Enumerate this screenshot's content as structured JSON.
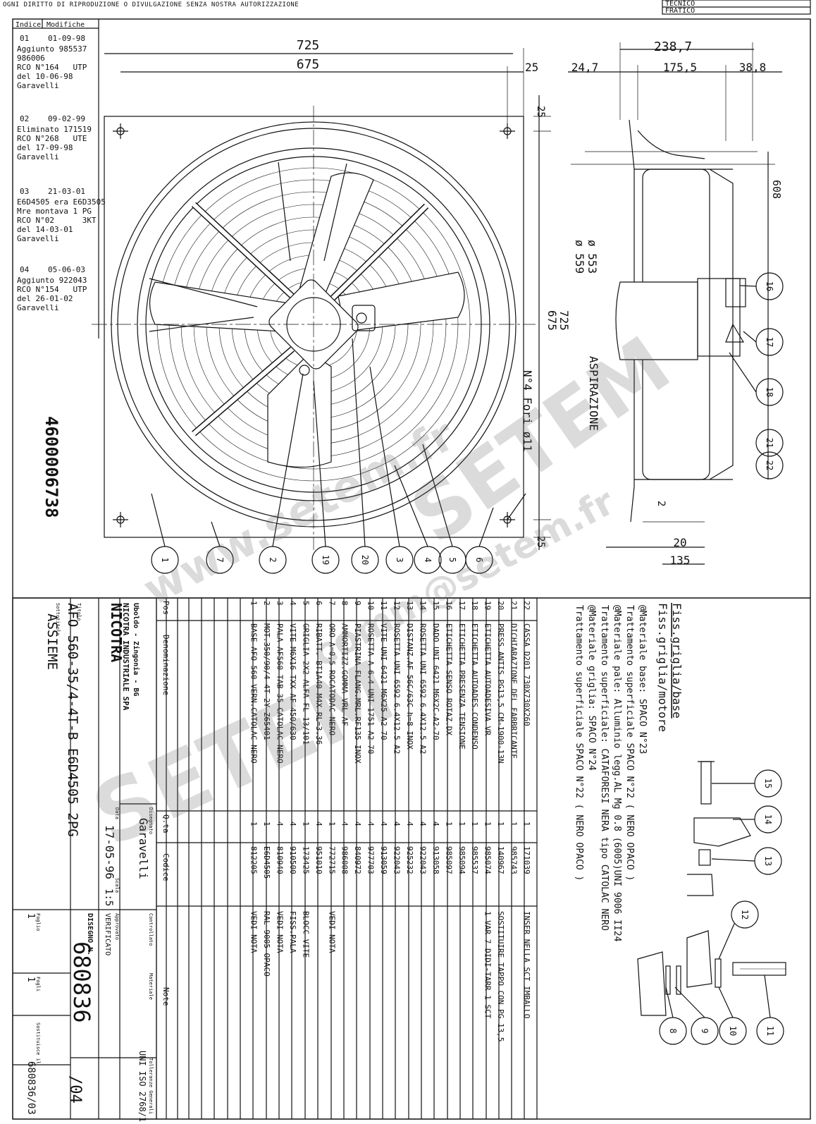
{
  "header": {
    "note": "OGNI DIRITTO DI RIPRODUZIONE O DIVULGAZIONE SENZA NOSTRA AUTORIZZAZIONE",
    "corner_labels": [
      "TECNICO",
      "FRATICO"
    ]
  },
  "revisions": {
    "col_indice": "Indice",
    "col_modifiche": "Modifiche",
    "entries": [
      {
        "idx": "01",
        "date": "01-09-98",
        "lines": [
          "Aggiunto 985537",
          "986006",
          "RCO N°164   UTP",
          "del 10-06-98",
          "Garavelli"
        ]
      },
      {
        "idx": "02",
        "date": "09-02-99",
        "lines": [
          "Eliminato 171519",
          "RCO N°268   UTE",
          "del 17-09-98",
          "Garavelli"
        ]
      },
      {
        "idx": "03",
        "date": "21-03-01",
        "lines": [
          "E6D4505 era E6D3505",
          "Mre montava 1 PG",
          "RCO N°02      3KT",
          "del 14-03-01",
          "Garavelli"
        ]
      },
      {
        "idx": "04",
        "date": "05-06-03",
        "lines": [
          "Aggiunto 922043",
          "RCO N°154   UTP",
          "del 26-01-02",
          "Garavelli"
        ]
      }
    ]
  },
  "dimensions": {
    "overall_width": "725",
    "hole_spacing": "675",
    "margin_right": "25",
    "margin_top": "25",
    "margin_bottom": "25",
    "height_outer": "725",
    "height_holes": "675",
    "holes_note": "N°4 Fori ø11",
    "dia_553": "ø 553",
    "dia_559": "ø 559",
    "side_total": "238,7",
    "side_a": "24,7",
    "side_b": "175,5",
    "side_c": "38,8",
    "side_608": "608",
    "side_20": "20",
    "side_135": "135",
    "side_2": "2",
    "airflow": "ASPIRAZIONE"
  },
  "part_number": "4600006738",
  "balloons_bottom": [
    "1",
    "7",
    "2",
    "19",
    "20",
    "3",
    "4",
    "5",
    "6"
  ],
  "balloons_right": [
    "16",
    "17",
    "18",
    "21",
    "22"
  ],
  "balloons_detail": [
    "15",
    "14",
    "13",
    "12",
    "8",
    "9",
    "10",
    "11"
  ],
  "fixing_title": "Fiss.griglia/base",
  "fixing_title2": "Fiss.griglia/motore",
  "notes": [
    "@Materiale base: SPACO N°23",
    "Trattamento superficiale SPACO N°22 ( NERO OPACO )",
    "@Materiale pale: Alluminio legg.AL Mg 0.8 (6005)UNI 9006 II24",
    "Trattamento superficiale: CATAFORESI NERA tipo CATOLAC NERO",
    "@Materiale griglia: SPACO N°24",
    "Trattamento superficiale SPACO N°22 ( NERO OPACO )"
  ],
  "bom": {
    "headers": [
      "Pos",
      "Denominazione",
      "Q.ta",
      "Codice",
      "Note"
    ],
    "rows": [
      {
        "pos": "22",
        "name": "CASSA D201 730X730X260",
        "qty": "1",
        "code": "171039",
        "note": "INSER NELLA SCT IMBALLO"
      },
      {
        "pos": "21",
        "name": "DICHIARAZIONE DEL FABBRICANTE",
        "qty": "1",
        "code": "985743",
        "note": ""
      },
      {
        "pos": "20",
        "name": "PRESS.ANTIS PG13,5 CM-1900-13N",
        "qty": "1",
        "code": "140967",
        "note": "SOSTITUIRE TAPPO CON PG 13,5"
      },
      {
        "pos": "19",
        "name": "ETICHETTA AUTOADESIVA VR",
        "qty": "1",
        "code": "985074",
        "note": "1 VAR 7 DIDI-TARR 1 SCT"
      },
      {
        "pos": "18",
        "name": "ETICHETTA AUTOADES.CONDENSO",
        "qty": "1",
        "code": "985537",
        "note": ""
      },
      {
        "pos": "17",
        "name": "ETICHETTA PRESENZA TENSIONE",
        "qty": "1",
        "code": "985094",
        "note": ""
      },
      {
        "pos": "16",
        "name": "ETICHETTA SENSO ROTAZ.DX",
        "qty": "1",
        "code": "985097",
        "note": ""
      },
      {
        "pos": "15",
        "name": "DADO UNI 6421 M6X2C-A2-70",
        "qty": "4",
        "code": "913058",
        "note": ""
      },
      {
        "pos": "14",
        "name": "ROSETTA UNI 6592 6.4X12.5 A2",
        "qty": "4",
        "code": "922043",
        "note": ""
      },
      {
        "pos": "13",
        "name": "DISTANZ.AF 56C/63C h=8 INOX",
        "qty": "4",
        "code": "925232",
        "note": ""
      },
      {
        "pos": "12",
        "name": "ROSETTA UNI 6592 6.4X12.5 A2",
        "qty": "4",
        "code": "922043",
        "note": ""
      },
      {
        "pos": "11",
        "name": "VITE UNI 6421 M6X25 A2 70",
        "qty": "4",
        "code": "913059",
        "note": ""
      },
      {
        "pos": "10",
        "name": "ROSETTA A 6.4 UNI 1751 A2 70",
        "qty": "4",
        "code": "977703",
        "note": ""
      },
      {
        "pos": "9",
        "name": "PIASTRINA FLANG.MRL.RF135 INOX",
        "qty": "4",
        "code": "840972",
        "note": ""
      },
      {
        "pos": "8",
        "name": "AMMORTIZZ.GOMMA VRL AF",
        "qty": "4",
        "code": "986008",
        "note": ""
      },
      {
        "pos": "7",
        "name": "ORO A=0,5 ROCATODAC NERO",
        "qty": "1",
        "code": "772715",
        "note": "VEDI NOTA"
      },
      {
        "pos": "6",
        "name": "RIBATT. BT1A40 M4X RL=3.36",
        "qty": "4",
        "code": "951010",
        "note": ""
      },
      {
        "pos": "5",
        "name": "GRIGLIA 2X2 ALFA FL 13/101",
        "qty": "1",
        "code": "173425",
        "note": "BLOCC VITE"
      },
      {
        "pos": "4",
        "name": "VITE M6X16 TXX AF 450/630",
        "qty": "4",
        "code": "910500",
        "note": "FISS.PALA"
      },
      {
        "pos": "3",
        "name": "PALA AF560 TAB 35 CATOLAC NERO",
        "qty": "4",
        "code": "810940",
        "note": "VEDI NOTA"
      },
      {
        "pos": "2",
        "name": "MOT.350/90/4 4T-2Y Z65401",
        "qty": "1",
        "code": "E6D4505",
        "note": "RAL 9005 OPACO"
      },
      {
        "pos": "1",
        "name": "BASE AFO 560 VERN.CATOLAC NERO",
        "qty": "1",
        "code": "812205",
        "note": "VEDI NOTA"
      }
    ]
  },
  "title_block": {
    "company": "NICOTRA",
    "company_full": "NICOTRA INDUSTRIALE SPA",
    "company_address": "Uboldo - Zingonia - BG",
    "title_caption": "Titolo",
    "title": "AFO 560-35/4-4T-B E6D4505 2PG",
    "subtitle_caption": "Sottotitolo",
    "subtitle": "ASSIEME",
    "designer_caption": "Disegnato",
    "designer": "Garavelli",
    "checker_caption": "Controllato",
    "date_caption": "Data",
    "date": "17-05-96",
    "scale_caption": "Scala",
    "scale": "1:5",
    "approved_caption": "Approvato",
    "approved": "VERIFICATO",
    "material_caption": "Materiale",
    "tolerance_caption": "Tolleranze Generali",
    "tolerance": "UNI ISO 2768/1",
    "drawing_no_caption": "DISEGNO N.",
    "drawing_no": "680836",
    "revision": "/04",
    "sheet_caption": "Foglio",
    "sheet": "1",
    "sheets_caption": "Fogli",
    "sheets": "1",
    "replaces_caption": "Sostituisce il",
    "replaces": "680836/03"
  },
  "watermarks": {
    "brand": "SETEM",
    "site": "www.setem.fr",
    "email": "comm@setem.fr"
  }
}
